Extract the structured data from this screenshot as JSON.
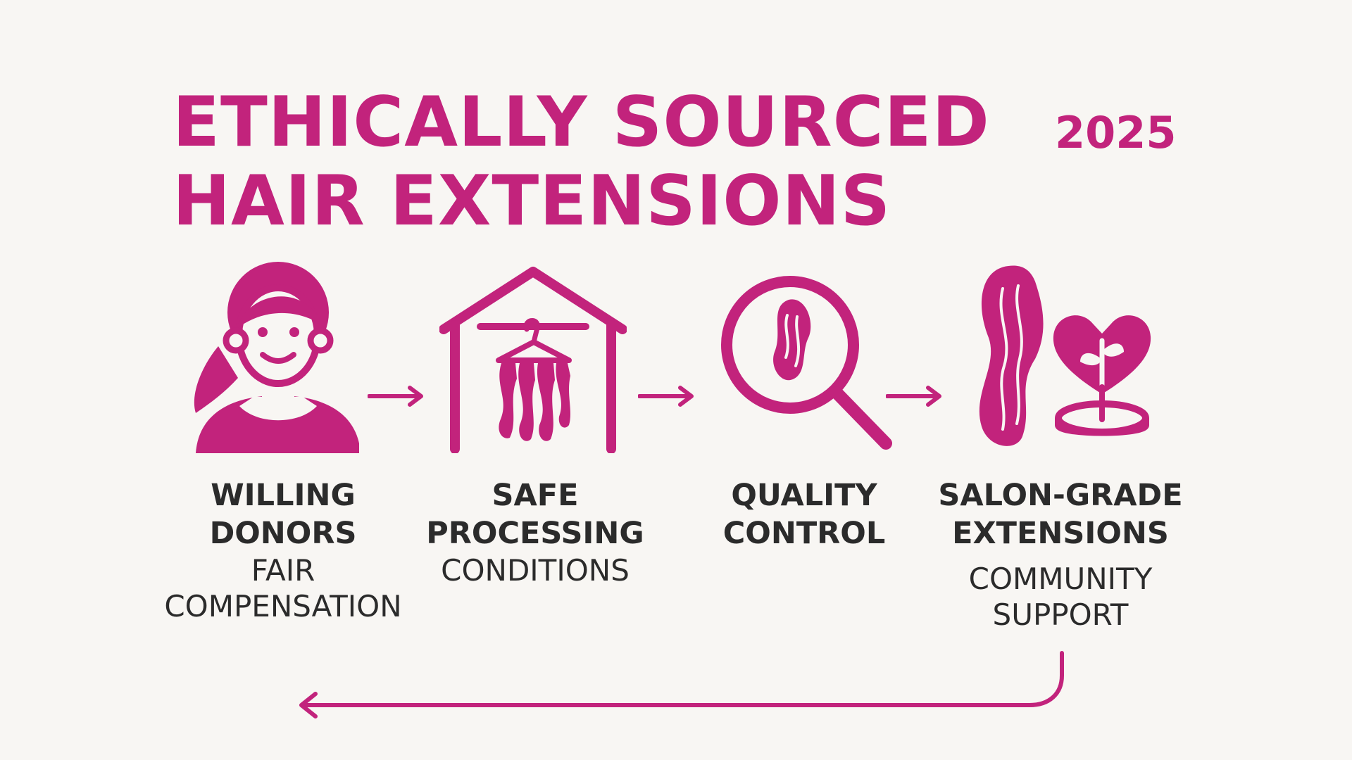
{
  "title_lines": [
    "ETHICALLY SOURCED",
    "HAIR EXTENSIONS"
  ],
  "year": "2025",
  "colors": {
    "accent": "#c2237c",
    "text": "#2b2b2b",
    "background": "#f8f6f3"
  },
  "stages": [
    {
      "icon": "donor-person-icon",
      "title_lines": [
        "WILLING",
        "DONORS"
      ],
      "sub_lines": [
        "FAIR",
        "COMPENSATION"
      ]
    },
    {
      "icon": "warehouse-hanger-icon",
      "title_lines": [
        "SAFE",
        "PROCESSING"
      ],
      "sub_lines": [
        "CONDITIONS"
      ]
    },
    {
      "icon": "magnifier-hair-icon",
      "title_lines": [
        "QUALITY",
        "CONTROL"
      ],
      "sub_lines": []
    },
    {
      "icon": "hair-strand-icon",
      "title_lines": [
        "SALON-GRADE",
        "EXTENSIONS"
      ],
      "sub_lines": [
        "COMMUNITY",
        "SUPPORT"
      ]
    }
  ],
  "extra_icons": [
    "heart-sprout-icon"
  ],
  "arrows": [
    "arrow-right-icon",
    "arrow-right-icon",
    "arrow-right-icon",
    "return-arrow-icon"
  ]
}
